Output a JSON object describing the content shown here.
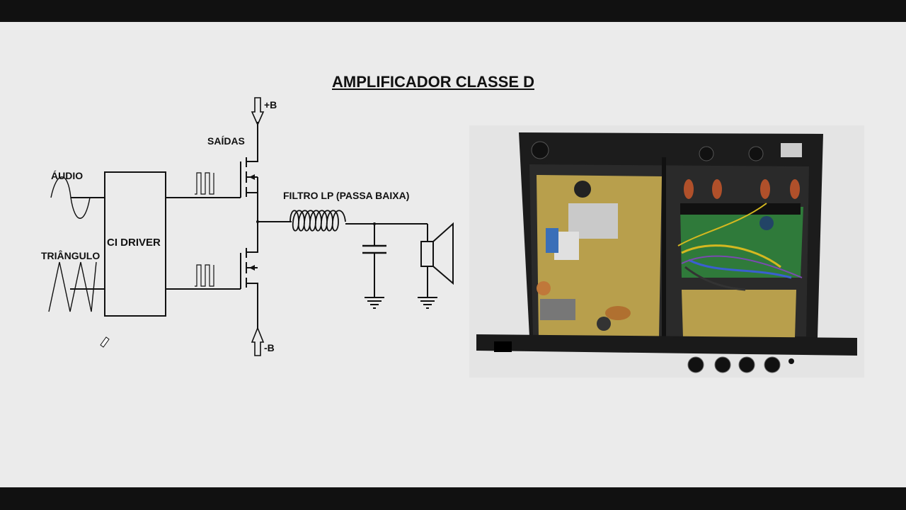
{
  "title": "AMPLIFICADOR CLASSE D",
  "labels": {
    "audio": "ÁUDIO",
    "triangle": "TRIÂNGULO",
    "driver": "CI DRIVER",
    "outputs": "SAÍDAS",
    "plus_b": "+B",
    "minus_b": "-B",
    "filter": "FILTRO LP (PASSA BAIXA)"
  },
  "colors": {
    "background": "#ebebeb",
    "letterbox": "#111111",
    "line": "#111111",
    "pcb_green": "#2f7a3a",
    "pcb_yellow": "#b8a04a",
    "chassis": "#1a1a1a"
  }
}
